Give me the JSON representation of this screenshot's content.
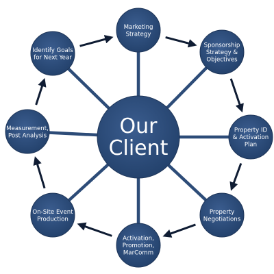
{
  "diagram": {
    "center": {
      "lines": [
        "Our",
        "Client"
      ]
    },
    "nodes": [
      {
        "id": "marketing-strategy",
        "lines": [
          "Marketing",
          "Strategy"
        ]
      },
      {
        "id": "sponsorship-strategy",
        "lines": [
          "Sponsorship",
          "Strategy &",
          "Objectives"
        ]
      },
      {
        "id": "property-id",
        "lines": [
          "Property ID",
          "& Activation",
          "Plan"
        ]
      },
      {
        "id": "property-negotiations",
        "lines": [
          "Property",
          "Negotiations"
        ]
      },
      {
        "id": "activation-promotion",
        "lines": [
          "Activation,",
          "Promotion,",
          "MarComm"
        ]
      },
      {
        "id": "onsite-event",
        "lines": [
          "On-Site Event",
          "Production"
        ]
      },
      {
        "id": "measurement",
        "lines": [
          "Measurement,",
          "Post Analysis"
        ]
      },
      {
        "id": "identify-goals",
        "lines": [
          "Identify Goals",
          "for Next Year"
        ]
      }
    ],
    "colors": {
      "node_fill": "#2d4c78",
      "node_edge": "#1e3558",
      "spoke": "#2d4c78",
      "arrow": "#0f1c33",
      "text": "#ffffff"
    }
  }
}
